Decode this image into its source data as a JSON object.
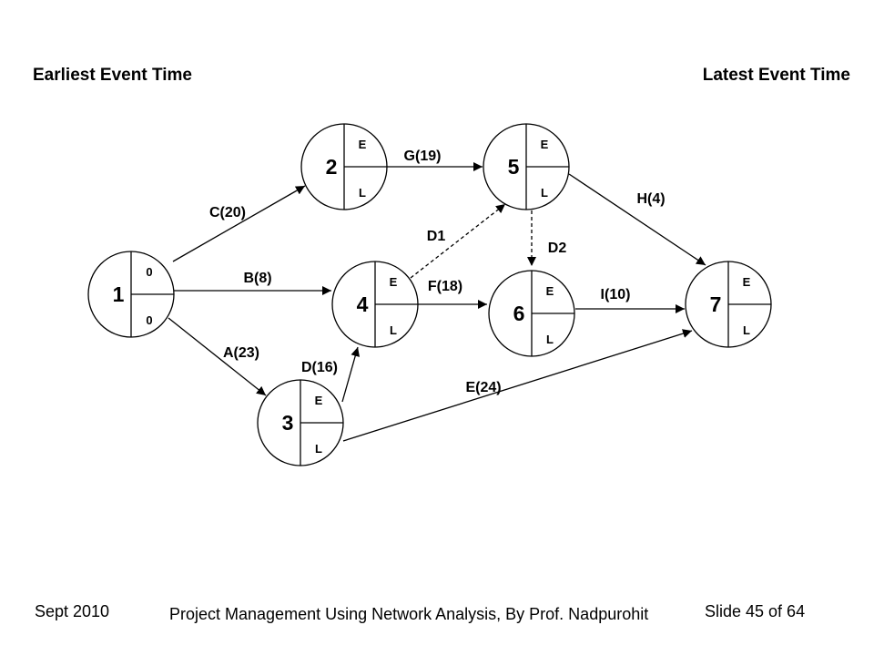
{
  "header": {
    "left_label": "Earliest Event Time",
    "right_label": "Latest Event Time"
  },
  "diagram": {
    "nodes": [
      {
        "id": "1",
        "label": "1",
        "top": "0",
        "bottom": "0"
      },
      {
        "id": "2",
        "label": "2",
        "top": "E",
        "bottom": "L"
      },
      {
        "id": "3",
        "label": "3",
        "top": "E",
        "bottom": "L"
      },
      {
        "id": "4",
        "label": "4",
        "top": "E",
        "bottom": "L"
      },
      {
        "id": "5",
        "label": "5",
        "top": "E",
        "bottom": "L"
      },
      {
        "id": "6",
        "label": "6",
        "top": "E",
        "bottom": "L"
      },
      {
        "id": "7",
        "label": "7",
        "top": "E",
        "bottom": "L"
      }
    ],
    "edges": [
      {
        "from": "1",
        "to": "2",
        "label": "C(20)",
        "dashed": false
      },
      {
        "from": "1",
        "to": "4",
        "label": "B(8)",
        "dashed": false
      },
      {
        "from": "1",
        "to": "3",
        "label": "A(23)",
        "dashed": false
      },
      {
        "from": "2",
        "to": "5",
        "label": "G(19)",
        "dashed": false
      },
      {
        "from": "3",
        "to": "4",
        "label": "D(16)",
        "dashed": false
      },
      {
        "from": "3",
        "to": "7",
        "label": "E(24)",
        "dashed": false
      },
      {
        "from": "4",
        "to": "5",
        "label": "D1",
        "dashed": true
      },
      {
        "from": "4",
        "to": "6",
        "label": "F(18)",
        "dashed": false
      },
      {
        "from": "5",
        "to": "6",
        "label": "D2",
        "dashed": true
      },
      {
        "from": "5",
        "to": "7",
        "label": "H(4)",
        "dashed": false
      },
      {
        "from": "6",
        "to": "7",
        "label": "I(10)",
        "dashed": false
      }
    ]
  },
  "footer": {
    "date": "Sept 2010",
    "title": "Project Management Using Network Analysis, By Prof. Nadpurohit",
    "slide": "Slide 45 of 64"
  }
}
